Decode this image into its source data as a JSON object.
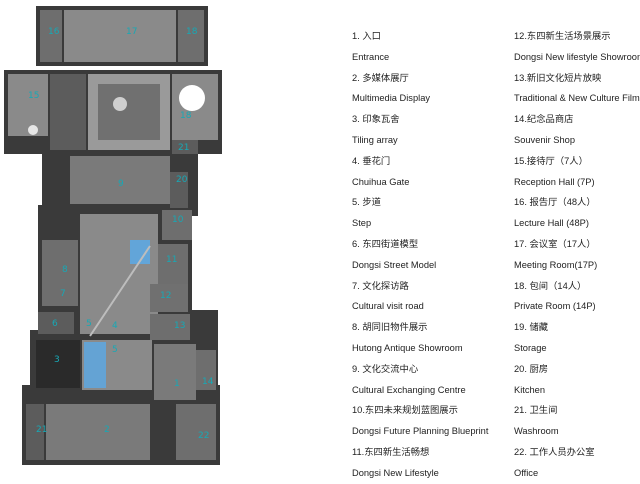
{
  "plan": {
    "room_numbers": [
      "16",
      "17",
      "18",
      "15",
      "18",
      "21",
      "9",
      "20",
      "10",
      "8",
      "11",
      "7",
      "12",
      "6",
      "5",
      "13",
      "5",
      "3",
      "4",
      "1",
      "14",
      "21",
      "2",
      "22"
    ],
    "colors": {
      "wall": "#3a3a3a",
      "floor": "#7c7c7c",
      "courtyard": "#9a9a9a",
      "water": "#5aa9e6",
      "label": "#17a8b5"
    }
  },
  "legend": {
    "items": [
      {
        "cn": "1. 入口",
        "en": "Entrance"
      },
      {
        "cn": "2. 多媒体展厅",
        "en": "Multimedia Display"
      },
      {
        "cn": "3. 印象瓦舍",
        "en": "Tiling array"
      },
      {
        "cn": "4. 垂花门",
        "en": "Chuihua Gate"
      },
      {
        "cn": "5. 步道",
        "en": "Step"
      },
      {
        "cn": "6. 东四街道模型",
        "en": "Dongsi Street Model"
      },
      {
        "cn": "7. 文化探访路",
        "en": "Cultural visit road"
      },
      {
        "cn": "8. 胡同旧物件展示",
        "en": "Hutong Antique Showroom"
      },
      {
        "cn": "9. 文化交流中心",
        "en": "Cultural Exchanging Centre"
      },
      {
        "cn": "10.东四未来规划蓝图展示",
        "en": "Dongsi Future Planning Blueprint"
      },
      {
        "cn": "11.东四新生活畅想",
        "en": "Dongsi New Lifestyle"
      },
      {
        "cn": "12.东四新生活场景展示",
        "en": "Dongsi New lifestyle Showroom"
      },
      {
        "cn": "13.新旧文化短片放映",
        "en": "Traditional & New Culture Film"
      },
      {
        "cn": "14.纪念品商店",
        "en": "Souvenir Shop"
      },
      {
        "cn": "15.接待厅（7人）",
        "en": "Reception Hall (7P)"
      },
      {
        "cn": "16. 报告厅（48人）",
        "en": "Lecture Hall (48P)"
      },
      {
        "cn": "17. 会议室（17人）",
        "en": "Meeting Room(17P)"
      },
      {
        "cn": "18. 包间（14人）",
        "en": "Private Room (14P)"
      },
      {
        "cn": "19. 储藏",
        "en": "Storage"
      },
      {
        "cn": "20. 厨房",
        "en": "Kitchen"
      },
      {
        "cn": "21. 卫生间",
        "en": "Washroom"
      },
      {
        "cn": "22. 工作人员办公室",
        "en": "Office"
      }
    ]
  }
}
